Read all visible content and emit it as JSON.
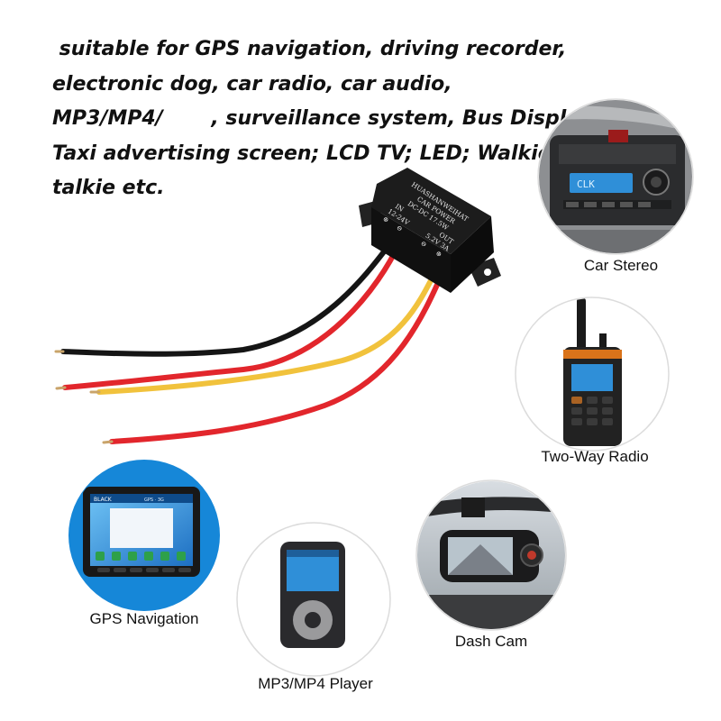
{
  "description": {
    "lines": [
      " suitable for GPS navigation, driving recorder,",
      "electronic dog, car radio, car audio,",
      "MP3/MP4/       , surveillance system, Bus Display;",
      "Taxi advertising screen; LCD TV; LED; Walkie",
      "talkie etc."
    ]
  },
  "module": {
    "brand": "HUASHANWEIHAT",
    "subtitle": "CAR POWER",
    "spec": "DC-DC  17.5W",
    "in_label": "IN",
    "in_voltage": "12-24V",
    "out_label": "OUT",
    "out_value": "5.2V 3A",
    "plus": "⊕",
    "minus": "⊖"
  },
  "devices": [
    {
      "label": "Car Stereo"
    },
    {
      "label": "Two-Way Radio"
    },
    {
      "label": "GPS Navigation"
    },
    {
      "label": "MP3/MP4 Player"
    },
    {
      "label": "Dash Cam"
    }
  ],
  "gps_screen": {
    "brand": "BLACK",
    "status": "GPS · 3G"
  },
  "stereo_display": "CLK",
  "colors": {
    "module_body": "#1b1b1b",
    "wire_red": "#e2262c",
    "wire_yellow": "#f1c23c",
    "wire_black": "#151515",
    "circle_border": "#dcdcdc",
    "screen_blue": "#2f8fd8"
  }
}
